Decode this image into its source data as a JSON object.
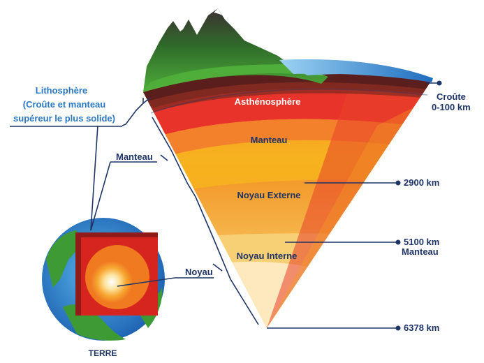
{
  "labels": {
    "lithosphere_line1": "Lithosphère",
    "lithosphere_line2": "(Croûte et manteau",
    "lithosphere_line3": "supéreur le plus solide)",
    "manteau_left": "Manteau",
    "noyau_left": "Noyau",
    "terre": "TERRE",
    "asthenosphere": "Asthénosphère",
    "manteau_center": "Manteau",
    "noyau_externe": "Noyau Externe",
    "noyau_interne": "Noyau Interne",
    "croute_line1": "Croûte",
    "croute_line2": "0-100 km",
    "depth_2900": "2900 km",
    "depth_5100": "5100 km",
    "depth_5100_sub": "Manteau",
    "depth_6378": "6378 km"
  },
  "colors": {
    "label_blue": "#2b78c2",
    "label_navy": "#1f3566",
    "crust": "#5a1f1c",
    "asthenosphere": "#e8312a",
    "mantle": "#f6a81f",
    "outer_core": "#f08a22",
    "inner_core": "#fbe5a8",
    "grass": "#3e9a34",
    "ocean": "#3a8fd6"
  }
}
